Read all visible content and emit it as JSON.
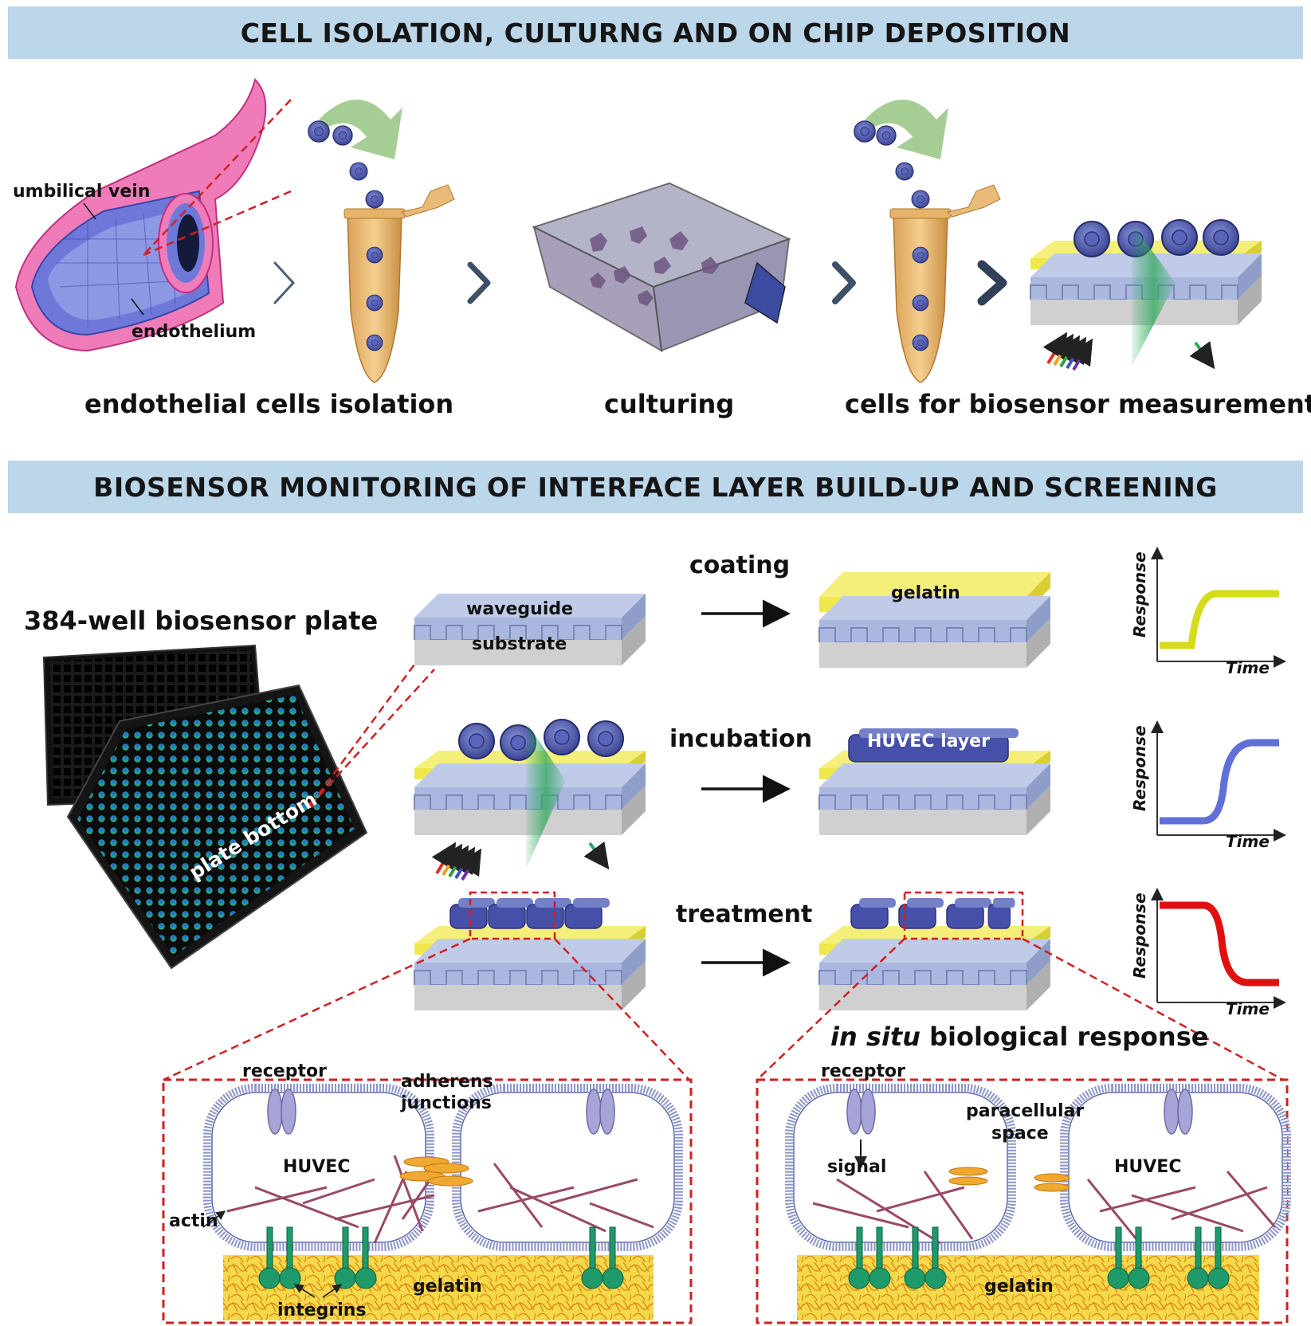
{
  "section1": {
    "title": "CELL ISOLATION, CULTURNG AND ON CHIP DEPOSITION",
    "labels": {
      "umbilical_vein": "umbilical vein",
      "endothelium": "endothelium"
    },
    "steps": [
      "endothelial cells isolation",
      "culturing",
      "cells for biosensor measurement"
    ]
  },
  "section2": {
    "title": "BIOSENSOR MONITORING OF INTERFACE LAYER BUILD-UP AND SCREENING",
    "plate_title": "384-well biosensor plate",
    "plate_bottom": "plate bottom",
    "layers": {
      "waveguide": "waveguide",
      "substrate": "substrate",
      "gelatin": "gelatin",
      "huvec_layer": "HUVEC layer"
    },
    "steps": [
      "coating",
      "incubation",
      "treatment"
    ],
    "graph_axes": {
      "y": "Response",
      "x": "Time"
    },
    "graph_colors": [
      "#d4dc1c",
      "#6070d8",
      "#e01010"
    ],
    "graph_trends": [
      "increase",
      "increase",
      "decrease"
    ]
  },
  "detail": {
    "response_title_italic": "in situ",
    "response_title_rest": " biological response",
    "left": {
      "receptor": "receptor",
      "adherens_line1": "adherens",
      "adherens_line2": "junctions",
      "huvec": "HUVEC",
      "actin": "actin",
      "integrins": "integrins",
      "gelatin": "gelatin"
    },
    "right": {
      "receptor": "receptor",
      "paracellular_line1": "paracellular",
      "paracellular_line2": "space",
      "signal": "signal",
      "huvec": "HUVEC",
      "gelatin": "gelatin"
    }
  }
}
